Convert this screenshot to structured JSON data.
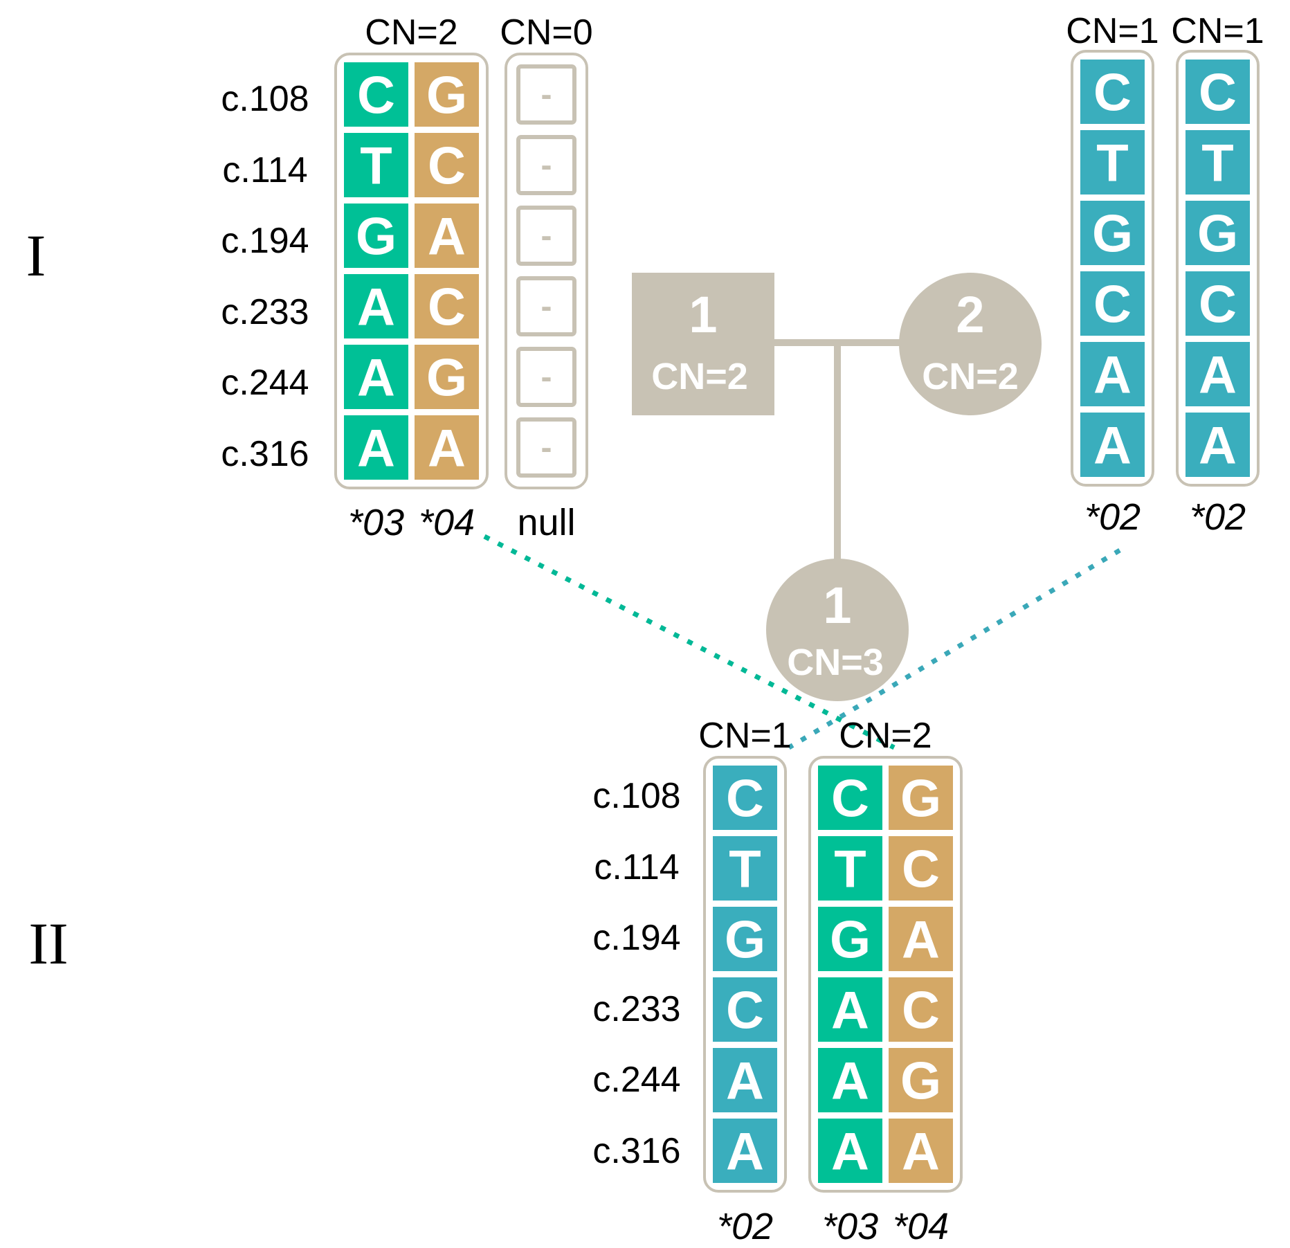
{
  "generations": [
    "I",
    "II"
  ],
  "snp_positions": [
    "c.108",
    "c.114",
    "c.194",
    "c.233",
    "c.244",
    "c.316"
  ],
  "colors": {
    "allele_03": "#00c096",
    "allele_04": "#d4a866",
    "allele_02": "#3aaebd",
    "null": "#c8c2b4",
    "pedigree": "#c8c2b4",
    "link_03": "#00b896",
    "link_02": "#3aa8b8",
    "text": "#000000"
  },
  "pedigree": {
    "father": {
      "shape": "square",
      "id": "1",
      "cn": "CN=2"
    },
    "mother": {
      "shape": "circle",
      "id": "2",
      "cn": "CN=2"
    },
    "child": {
      "shape": "circle",
      "id": "1",
      "cn": "CN=3"
    }
  },
  "haplotype_groups": [
    {
      "name": "father-group-cn2",
      "cn_label": "CN=2",
      "columns": [
        {
          "allele": "*03",
          "color_key": "allele_03",
          "bases": [
            "C",
            "T",
            "G",
            "A",
            "A",
            "A"
          ]
        },
        {
          "allele": "*04",
          "color_key": "allele_04",
          "bases": [
            "G",
            "C",
            "A",
            "C",
            "G",
            "A"
          ]
        }
      ]
    },
    {
      "name": "father-group-cn0",
      "cn_label": "CN=0",
      "null_group": true,
      "columns": [
        {
          "allele": "null",
          "color_key": "null",
          "bases": [
            "-",
            "-",
            "-",
            "-",
            "-",
            "-"
          ]
        }
      ]
    },
    {
      "name": "mother-group-a",
      "cn_label": "CN=1",
      "columns": [
        {
          "allele": "*02",
          "color_key": "allele_02",
          "bases": [
            "C",
            "T",
            "G",
            "C",
            "A",
            "A"
          ]
        }
      ]
    },
    {
      "name": "mother-group-b",
      "cn_label": "CN=1",
      "columns": [
        {
          "allele": "*02",
          "color_key": "allele_02",
          "bases": [
            "C",
            "T",
            "G",
            "C",
            "A",
            "A"
          ]
        }
      ]
    },
    {
      "name": "child-group-cn1",
      "cn_label": "CN=1",
      "columns": [
        {
          "allele": "*02",
          "color_key": "allele_02",
          "bases": [
            "C",
            "T",
            "G",
            "C",
            "A",
            "A"
          ]
        }
      ]
    },
    {
      "name": "child-group-cn2",
      "cn_label": "CN=2",
      "columns": [
        {
          "allele": "*03",
          "color_key": "allele_03",
          "bases": [
            "C",
            "T",
            "G",
            "A",
            "A",
            "A"
          ]
        },
        {
          "allele": "*04",
          "color_key": "allele_04",
          "bases": [
            "G",
            "C",
            "A",
            "C",
            "G",
            "A"
          ]
        }
      ]
    }
  ]
}
